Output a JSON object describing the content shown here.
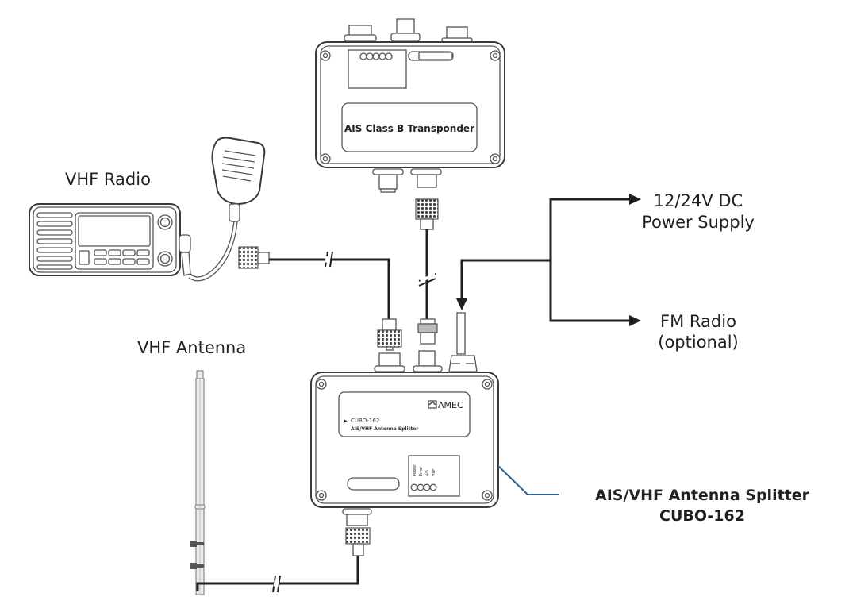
{
  "diagram": {
    "title": "AIS/VHF Antenna Splitter connection diagram",
    "labels": {
      "vhf_radio": "VHF Radio",
      "vhf_antenna": "VHF Antenna",
      "power_line1": "12/24V DC",
      "power_line2": "Power Supply",
      "fm_line1": "FM Radio",
      "fm_line2": "(optional)",
      "splitter_line1": "AIS/VHF Antenna Splitter",
      "splitter_line2": "CUBO-162"
    },
    "transponder": {
      "label": "AIS Class B Transponder"
    },
    "splitter": {
      "brand": "AMEC",
      "model": "CUBO-162",
      "model_marker": "▶",
      "name": "AIS/VHF Antenna Splitter",
      "leds": [
        "Power",
        "Error",
        "AIS",
        "VHF"
      ]
    },
    "colors": {
      "cable": "#231f20",
      "callout_line": "#2e5f8a",
      "text": "#231f20"
    }
  }
}
